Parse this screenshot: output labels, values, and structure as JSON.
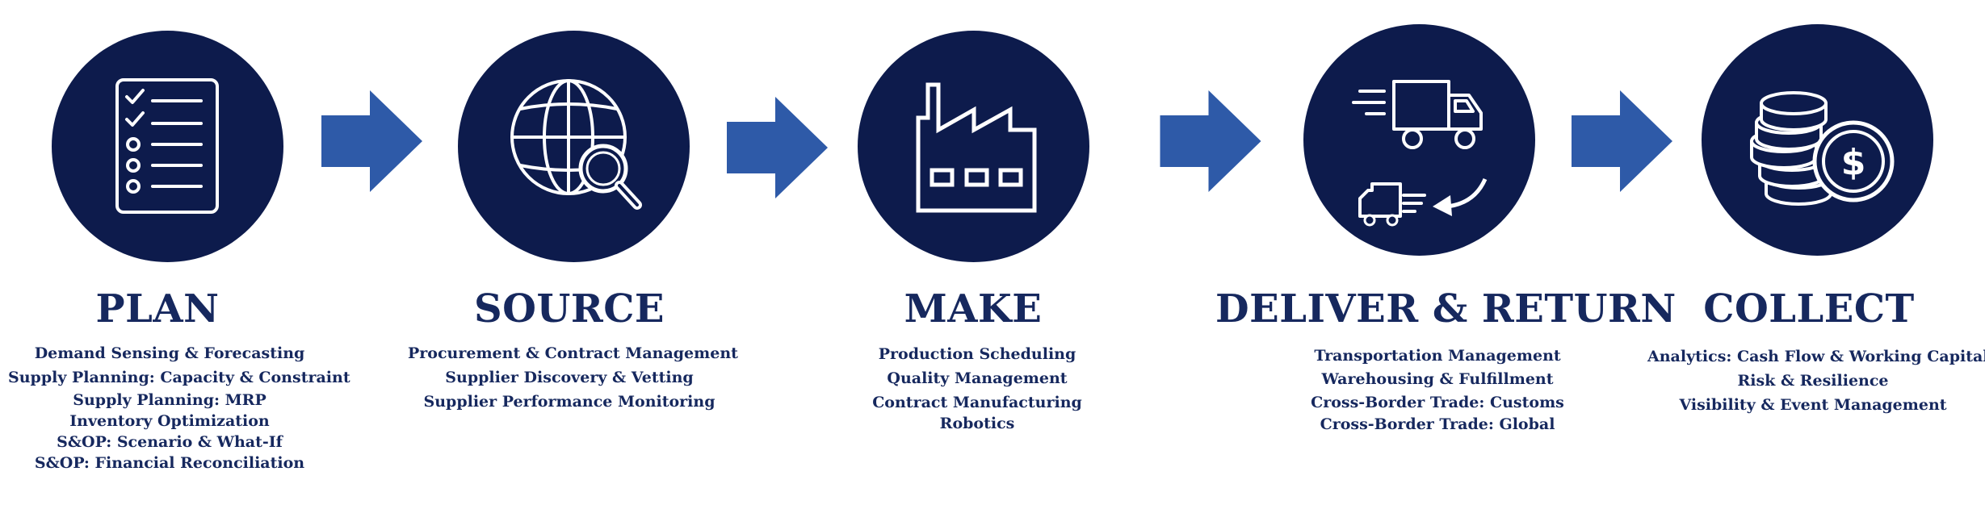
{
  "colors": {
    "circle": "#0d1b4c",
    "arrow": "#2e5aa8",
    "text": "#16285e",
    "background": "#ffffff"
  },
  "stages": [
    {
      "title": "PLAN",
      "icon": "checklist-icon",
      "items": [
        "Demand Sensing & Forecasting",
        "Supply Planning: Capacity & Constraint",
        "Supply Planning: MRP",
        "Inventory Optimization",
        "S&OP: Scenario & What-If",
        "S&OP: Financial Reconciliation"
      ]
    },
    {
      "title": "SOURCE",
      "icon": "globe-search-icon",
      "items": [
        "Procurement & Contract Management",
        "Supplier Discovery & Vetting",
        "Supplier Performance Monitoring"
      ]
    },
    {
      "title": "MAKE",
      "icon": "factory-icon",
      "items": [
        "Production Scheduling",
        "Quality Management",
        "Contract Manufacturing",
        "Robotics"
      ]
    },
    {
      "title": "DELIVER & RETURN",
      "icon": "delivery-trucks-icon",
      "items": [
        "Transportation Management",
        "Warehousing & Fulfillment",
        "Cross-Border Trade: Customs",
        "Cross-Border Trade: Global"
      ]
    },
    {
      "title": "COLLECT",
      "icon": "coins-dollar-icon",
      "items": [
        "Analytics: Cash Flow & Working Capital",
        "Risk & Resilience",
        "Visibility & Event Management"
      ]
    }
  ]
}
